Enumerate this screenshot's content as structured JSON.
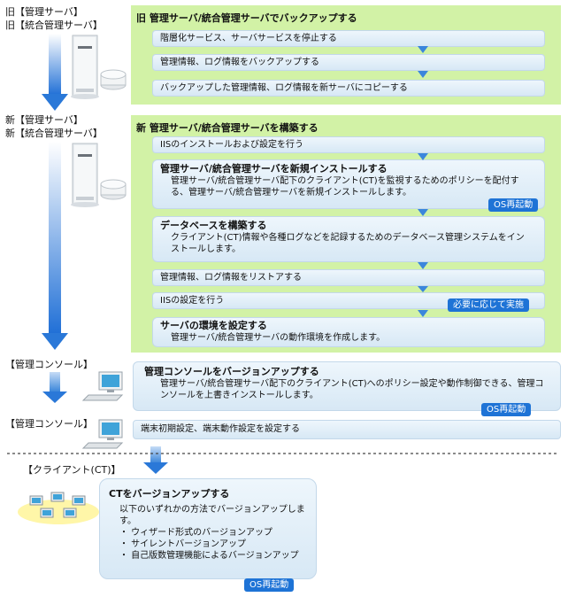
{
  "labels": {
    "old_server": "旧【管理サーバ】",
    "old_integrated": "旧【統合管理サーバ】",
    "new_server": "新【管理サーバ】",
    "new_integrated": "新【統合管理サーバ】",
    "console1": "【管理コンソール】",
    "console2": "【管理コンソール】",
    "client": "【クライアント(CT)】"
  },
  "backup": {
    "title": "旧 管理サーバ/統合管理サーバでバックアップする",
    "steps": [
      "階層化サービス、サーバサービスを停止する",
      "管理情報、ログ情報をバックアップする",
      "バックアップした管理情報、ログ情報を新サーバにコピーする"
    ]
  },
  "build": {
    "title": "新 管理サーバ/統合管理サーバを構築する",
    "step1": "IISのインストールおよび設定を行う",
    "step2_title": "管理サーバ/統合管理サーバを新規インストールする",
    "step2_desc": "管理サーバ/統合管理サーバ配下のクライアント(CT)を監視するためのポリシーを配付する、管理サーバ/統合管理サーバを新規インストールします。",
    "step2_badge": "OS再起動",
    "step3_title": "データベースを構築する",
    "step3_desc": "クライアント(CT)情報や各種ログなどを記録するためのデータベース管理システムをインストールします。",
    "step4": "管理情報、ログ情報をリストアする",
    "step5": "IISの設定を行う",
    "step5_badge": "必要に応じて実施",
    "step6_title": "サーバの環境を設定する",
    "step6_desc": "管理サーバ/統合管理サーバの動作環境を作成します。"
  },
  "console_upgrade": {
    "title": "管理コンソールをバージョンアップする",
    "desc": "管理サーバ/統合管理サーバ配下のクライアント(CT)へのポリシー設定や動作制御できる、管理コンソールを上書きインストールします。",
    "badge": "OS再起動"
  },
  "console_setup": {
    "text": "端末初期設定、端末動作設定を設定する"
  },
  "client_upgrade": {
    "title": "CTをバージョンアップする",
    "desc": "以下のいずれかの方法でバージョンアップします。",
    "methods": [
      "・ ウィザード形式のバージョンアップ",
      "・ サイレントバージョンアップ",
      "・ 自己版数管理機能によるバージョンアップ"
    ],
    "badge": "OS再起動"
  },
  "icons": [
    "server-tower-icon",
    "disk-drive-icon",
    "pc-monitor-icon",
    "client-network-icon",
    "down-arrow-icon"
  ],
  "colors": {
    "panel_green": "#d2f2a6",
    "step_blue": "#d7e8f5",
    "badge_blue": "#1e73d6",
    "arrow_blue": "#2f7fd8"
  }
}
